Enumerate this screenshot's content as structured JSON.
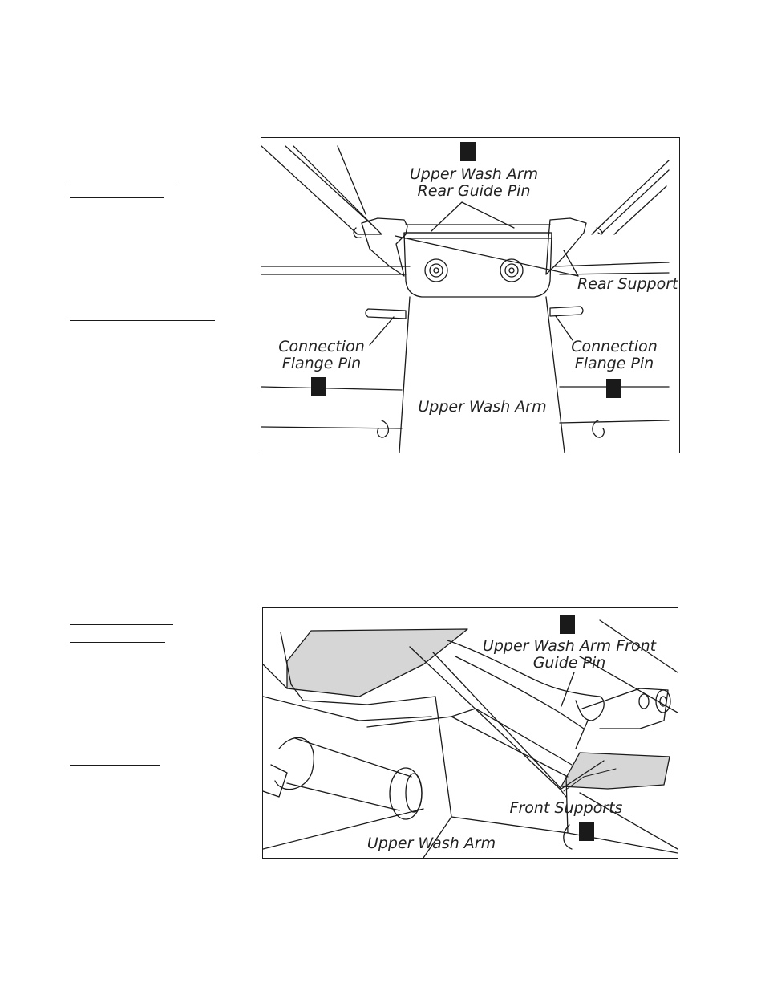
{
  "figure1": {
    "labels": {
      "rear_guide_pin": [
        "Upper Wash Arm",
        "Rear Guide Pin"
      ],
      "rear_support": "Rear Support",
      "left_flange_pin": [
        "Connection",
        "Flange Pin"
      ],
      "right_flange_pin": [
        "Connection",
        "Flange Pin"
      ],
      "wash_arm": "Upper Wash Arm"
    }
  },
  "figure2": {
    "labels": {
      "front_guide_pin": [
        "Upper Wash Arm Front",
        "Guide Pin"
      ],
      "front_supports": "Front Supports",
      "wash_arm": "Upper Wash Arm"
    }
  },
  "colors": {
    "ink": "#1a1a1a",
    "shade": "#d6d6d6",
    "background": "#ffffff"
  }
}
